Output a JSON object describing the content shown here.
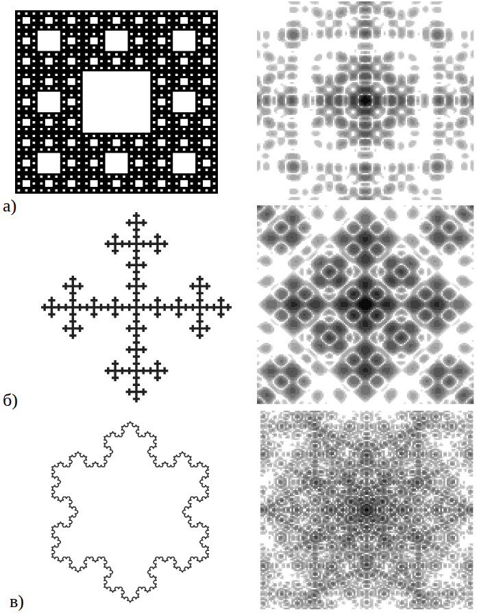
{
  "diagram": {
    "labels": [
      "а)",
      "б)",
      "в)"
    ]
  }
}
